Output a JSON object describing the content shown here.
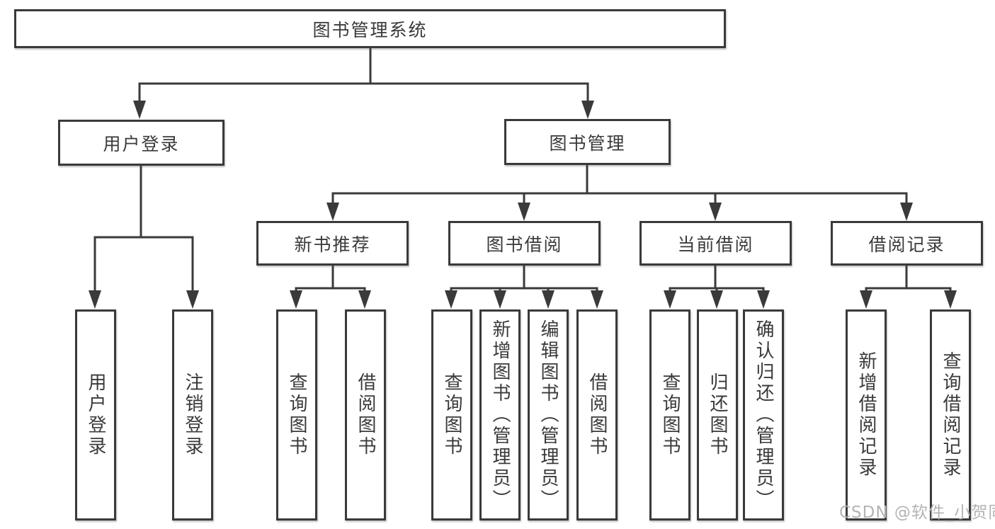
{
  "tree": {
    "label": "图书管理系统",
    "children": [
      {
        "label": "用户登录",
        "children": [
          {
            "label": "用户登录"
          },
          {
            "label": "注销登录"
          }
        ]
      },
      {
        "label": "图书管理",
        "children": [
          {
            "label": "新书推荐",
            "children": [
              {
                "label": "查询图书"
              },
              {
                "label": "借阅图书"
              }
            ]
          },
          {
            "label": "图书借阅",
            "children": [
              {
                "label": "查询图书"
              },
              {
                "label": "新增图书（管理员）"
              },
              {
                "label": "编辑图书（管理员）"
              },
              {
                "label": "借阅图书"
              }
            ]
          },
          {
            "label": "当前借阅",
            "children": [
              {
                "label": "查询图书"
              },
              {
                "label": "归还图书"
              },
              {
                "label": "确认归还（管理员）"
              }
            ]
          },
          {
            "label": "借阅记录",
            "children": [
              {
                "label": "新增借阅记录"
              },
              {
                "label": "查询借阅记录"
              }
            ]
          }
        ]
      }
    ]
  },
  "watermark": {
    "text": "CSDN @软件_小贺同学"
  },
  "colors": {
    "line": "#3a3a3a",
    "text": "#3a3a3a",
    "box_background": "#ffffff",
    "watermark": "#b4b4b4",
    "background": "#ffffff"
  }
}
